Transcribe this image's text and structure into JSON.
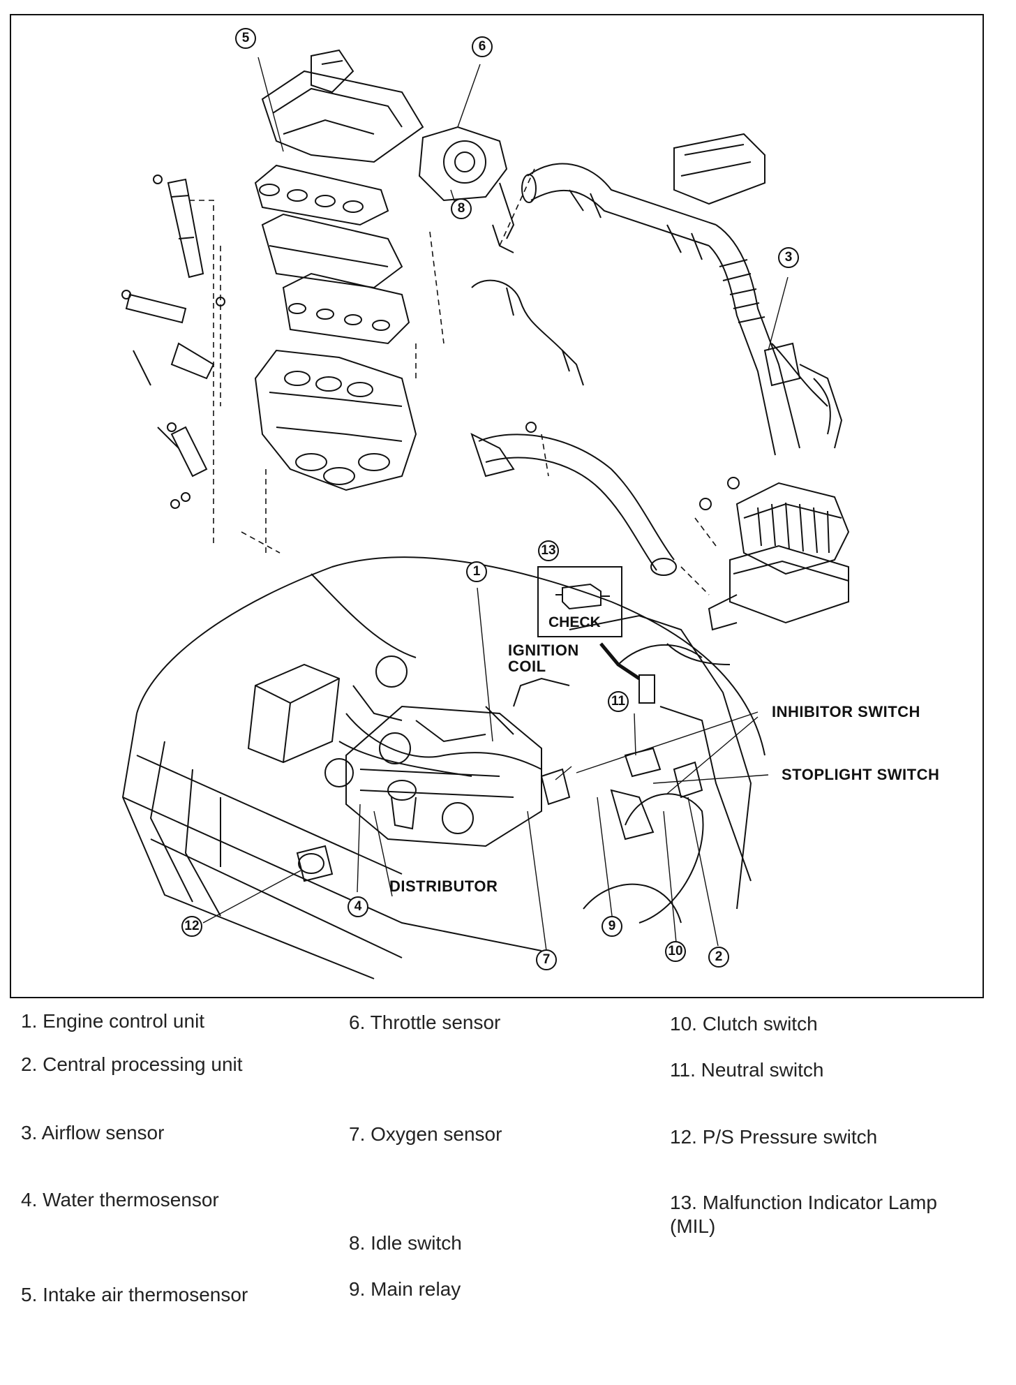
{
  "callouts": {
    "ignition_coil": "IGNITION\nCOIL",
    "inhibitor_switch": "INHIBITOR SWITCH",
    "stoplight_switch": "STOPLIGHT SWITCH",
    "distributor": "DISTRIBUTOR",
    "check": "CHECK"
  },
  "markers": [
    "1",
    "2",
    "3",
    "4",
    "5",
    "6",
    "7",
    "8",
    "9",
    "10",
    "11",
    "12",
    "13"
  ],
  "legend": [
    {
      "number": "1.",
      "label": "Engine control unit"
    },
    {
      "number": "2.",
      "label": "Central processing unit"
    },
    {
      "number": "3.",
      "label": "Airflow sensor"
    },
    {
      "number": "4.",
      "label": "Water thermosensor"
    },
    {
      "number": "5.",
      "label": "Intake air thermosensor"
    },
    {
      "number": "6.",
      "label": "Throttle sensor"
    },
    {
      "number": "7.",
      "label": "Oxygen sensor"
    },
    {
      "number": "8.",
      "label": "Idle switch"
    },
    {
      "number": "9.",
      "label": "Main relay"
    },
    {
      "number": "10.",
      "label": "Clutch switch"
    },
    {
      "number": "11.",
      "label": "Neutral switch"
    },
    {
      "number": "12.",
      "label": "P/S Pressure switch"
    },
    {
      "number": "13.",
      "label": "Malfunction Indicator Lamp (MIL)"
    }
  ]
}
